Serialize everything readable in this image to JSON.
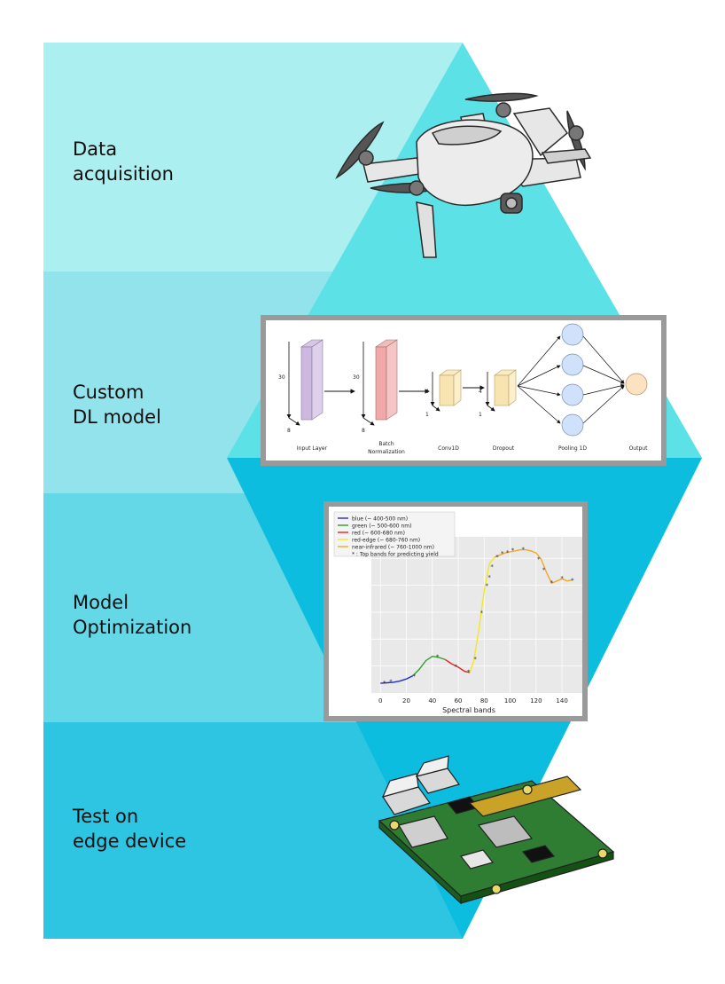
{
  "stages": [
    {
      "label": "Data\nacquisition",
      "color": "#aceff0"
    },
    {
      "label": "Custom\nDL model",
      "color": "#93e3ec"
    },
    {
      "label": "Model\nOptimization",
      "color": "#65d8e8"
    },
    {
      "label": "Test on\nedge device",
      "color": "#2ec5e3"
    }
  ],
  "triangles": {
    "upper": "#5ce1e6",
    "lower": "#0cbddf"
  },
  "model_diagram": {
    "layers": [
      {
        "name": "Input Layer",
        "dim_a": "30",
        "dim_b": "8"
      },
      {
        "name": "Batch\nNormalization",
        "dim_a": "30",
        "dim_b": "8"
      },
      {
        "name": "Conv1D",
        "dim_a": "4",
        "dim_b": "1"
      },
      {
        "name": "Dropout",
        "dim_a": "4",
        "dim_b": "1"
      },
      {
        "name": "Pooling 1D"
      },
      {
        "name": "Output"
      }
    ]
  },
  "chart_data": {
    "type": "line",
    "xlabel": "Spectral bands",
    "ylabel": "",
    "xlim": [
      -7,
      157
    ],
    "xticks": [
      0,
      20,
      40,
      60,
      80,
      100,
      120,
      140
    ],
    "grid": true,
    "legend_position": "top-left",
    "series": [
      {
        "name": "blue (~ 400-500 nm)",
        "color": "#1f2bd4",
        "points": [
          [
            0,
            0.09
          ],
          [
            5,
            0.095
          ],
          [
            10,
            0.1
          ],
          [
            15,
            0.11
          ],
          [
            20,
            0.13
          ],
          [
            25,
            0.16
          ]
        ]
      },
      {
        "name": "green (~ 500-600 nm)",
        "color": "#2ca02c",
        "points": [
          [
            25,
            0.16
          ],
          [
            30,
            0.22
          ],
          [
            35,
            0.3
          ],
          [
            40,
            0.34
          ],
          [
            45,
            0.33
          ],
          [
            50,
            0.31
          ]
        ]
      },
      {
        "name": "red (~ 600-680 nm)",
        "color": "#e8211d",
        "points": [
          [
            50,
            0.31
          ],
          [
            55,
            0.27
          ],
          [
            60,
            0.24
          ],
          [
            65,
            0.2
          ],
          [
            69,
            0.19
          ]
        ]
      },
      {
        "name": "red-edge (~ 680-760 nm)",
        "color": "#f5e625",
        "points": [
          [
            69,
            0.19
          ],
          [
            72,
            0.3
          ],
          [
            76,
            0.6
          ],
          [
            80,
            0.95
          ],
          [
            84,
            1.2
          ],
          [
            88,
            1.26
          ]
        ]
      },
      {
        "name": "near-infrared (~ 760-1000 nm)",
        "color": "#f2a72a",
        "points": [
          [
            88,
            1.26
          ],
          [
            92,
            1.28
          ],
          [
            96,
            1.3
          ],
          [
            100,
            1.31
          ],
          [
            104,
            1.32
          ],
          [
            108,
            1.33
          ],
          [
            112,
            1.33
          ],
          [
            116,
            1.32
          ],
          [
            120,
            1.3
          ],
          [
            124,
            1.24
          ],
          [
            128,
            1.12
          ],
          [
            132,
            1.02
          ],
          [
            136,
            1.04
          ],
          [
            140,
            1.06
          ],
          [
            144,
            1.04
          ],
          [
            148,
            1.05
          ]
        ]
      }
    ],
    "markers": {
      "label": "* : Top bands for predicting yield",
      "points": [
        [
          3,
          0.1
        ],
        [
          8,
          0.11
        ],
        [
          26,
          0.16
        ],
        [
          44,
          0.34
        ],
        [
          58,
          0.25
        ],
        [
          68,
          0.2
        ],
        [
          73,
          0.32
        ],
        [
          78,
          0.75
        ],
        [
          82,
          1.0
        ],
        [
          84,
          1.08
        ],
        [
          86,
          1.18
        ],
        [
          90,
          1.27
        ],
        [
          94,
          1.3
        ],
        [
          98,
          1.31
        ],
        [
          102,
          1.33
        ],
        [
          110,
          1.34
        ],
        [
          122,
          1.25
        ],
        [
          126,
          1.15
        ],
        [
          132,
          1.03
        ],
        [
          140,
          1.07
        ],
        [
          148,
          1.05
        ]
      ]
    }
  }
}
